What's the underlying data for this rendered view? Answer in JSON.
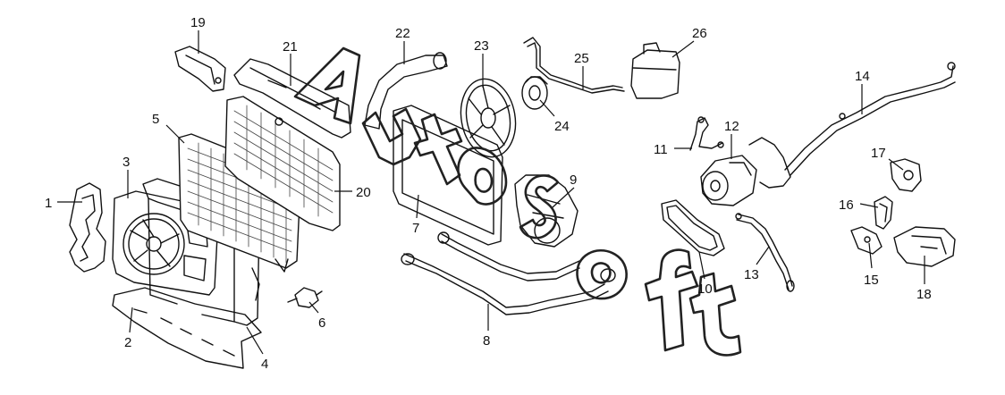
{
  "parts": [
    {
      "id": "1",
      "name": "fan-shroud-bracket-left"
    },
    {
      "id": "2",
      "name": "lower-air-deflector"
    },
    {
      "id": "3",
      "name": "fan-shroud-with-fan"
    },
    {
      "id": "4",
      "name": "radiator-frame"
    },
    {
      "id": "5",
      "name": "condenser"
    },
    {
      "id": "6",
      "name": "sensor-switch"
    },
    {
      "id": "7",
      "name": "auxiliary-radiator"
    },
    {
      "id": "8",
      "name": "coolant-pipe"
    },
    {
      "id": "9",
      "name": "fan-motor-housing"
    },
    {
      "id": "10",
      "name": "drive-belt"
    },
    {
      "id": "11",
      "name": "ac-line-short"
    },
    {
      "id": "12",
      "name": "ac-compressor"
    },
    {
      "id": "13",
      "name": "ac-pressure-line"
    },
    {
      "id": "14",
      "name": "ac-suction-line"
    },
    {
      "id": "15",
      "name": "pressure-switch"
    },
    {
      "id": "16",
      "name": "expansion-valve"
    },
    {
      "id": "17",
      "name": "drier-cap"
    },
    {
      "id": "18",
      "name": "heat-shield"
    },
    {
      "id": "19",
      "name": "mounting-bracket"
    },
    {
      "id": "20",
      "name": "radiator"
    },
    {
      "id": "21",
      "name": "upper-radiator-support"
    },
    {
      "id": "22",
      "name": "upper-coolant-hose"
    },
    {
      "id": "23",
      "name": "viscous-fan"
    },
    {
      "id": "24",
      "name": "fan-clutch"
    },
    {
      "id": "25",
      "name": "overflow-hose"
    },
    {
      "id": "26",
      "name": "expansion-tank"
    }
  ],
  "watermark": {
    "text": "AutoSoft"
  }
}
